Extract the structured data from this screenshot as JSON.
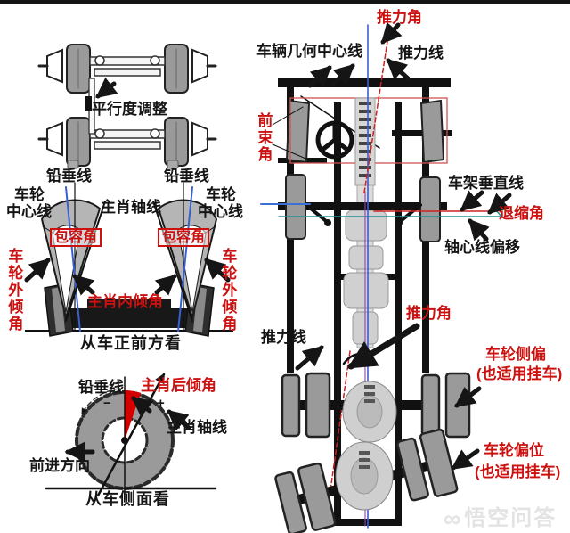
{
  "colors": {
    "accent_red": "#cc1111",
    "center_line_blue": "#3a5fd0",
    "thrust_line_red": "#cc2222",
    "axis_teal": "#2a9090",
    "driveline_purple": "#9040b0",
    "wheel_gray": "#9a9a9a",
    "watermark_gray": "#e3e3e3"
  },
  "top_left": {
    "parallel_adjust": "平行度调整"
  },
  "front_view": {
    "plumb": "铅垂线",
    "wheel_center_top": "车轮",
    "wheel_center_bottom": "中心线",
    "kingpin_axis": "主肖轴线",
    "included_angle": "包容角",
    "camber": "车轮外倾角",
    "kingpin_inclination": "主肖内倾角",
    "caption": "从车正前方看"
  },
  "side_view": {
    "plumb": "铅垂线",
    "caster_angle": "主肖后倾角",
    "minus": "−",
    "plus": "+",
    "kingpin_axis": "主肖轴线",
    "direction": "前进方向",
    "caption": "从车侧面看"
  },
  "top_view": {
    "thrust_angle_top": "推力角",
    "geometric_centerline": "车辆几何中心线",
    "thrust_line_top": "推力线",
    "toe_angle": "前束角",
    "frame_vertical_line": "车架垂直线",
    "setback_angle": "退缩角",
    "axis_offset": "轴心线偏移",
    "thrust_angle_mid": "推力角",
    "thrust_line_bottom": "推力线",
    "wheel_sideslip": "车轮侧偏",
    "wheel_sideslip_note": "(也适用挂车)",
    "wheel_offset": "车轮偏位",
    "wheel_offset_note": "(也适用挂车)"
  },
  "watermark": {
    "logo": "∞",
    "text": "悟空问答"
  }
}
